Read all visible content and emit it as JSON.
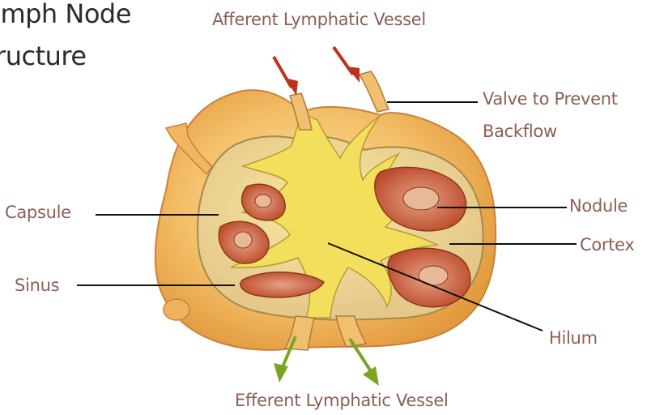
{
  "title": {
    "line1": "ymph Node",
    "line2": "tructure"
  },
  "labels": {
    "afferent": "Afferent Lymphatic Vessel",
    "valve_line1": "Valve to Prevent",
    "valve_line2": "Backflow",
    "capsule": "Capsule",
    "nodule": "Nodule",
    "cortex": "Cortex",
    "sinus": "Sinus",
    "hilum": "Hilum",
    "efferent": "Efferent Lymphatic Vessel"
  },
  "colors": {
    "label_text": "#8c5e55",
    "title_text": "#2b2b2b",
    "afferent_arrow": "#c0301a",
    "efferent_arrow": "#7aa520",
    "capsule_fill": "#f0b660",
    "medulla_fill": "#f2dc5a",
    "nodule_fill": "#c9552e"
  }
}
